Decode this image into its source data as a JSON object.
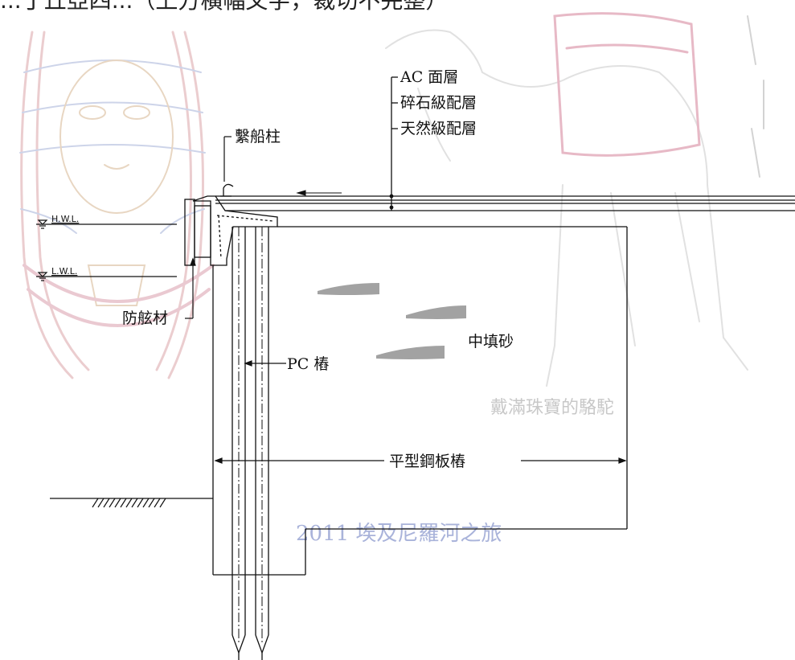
{
  "header_text": "...丁丘亞四...（上方橫幅文字，裁切不完整）",
  "labels": {
    "ac_layer": "AC 面層",
    "gravel_layer": "碎石級配層",
    "natural_layer": "天然級配層",
    "bollard": "繫船柱",
    "fender": "防舷材",
    "pc_pile": "PC 樁",
    "fill_sand": "中填砂",
    "sheet_pile": "平型鋼板樁",
    "hwl": "H.W.L.",
    "lwl": "L.W.L."
  },
  "watermarks": {
    "caption": "戴滿珠寶的駱駝",
    "trip": "2011 埃及尼羅河之旅"
  },
  "colors": {
    "line": "#111111",
    "watermark_red": "#c23a4a",
    "watermark_blue": "#6d7fb8",
    "watermark_gray": "#b7b7b7"
  }
}
